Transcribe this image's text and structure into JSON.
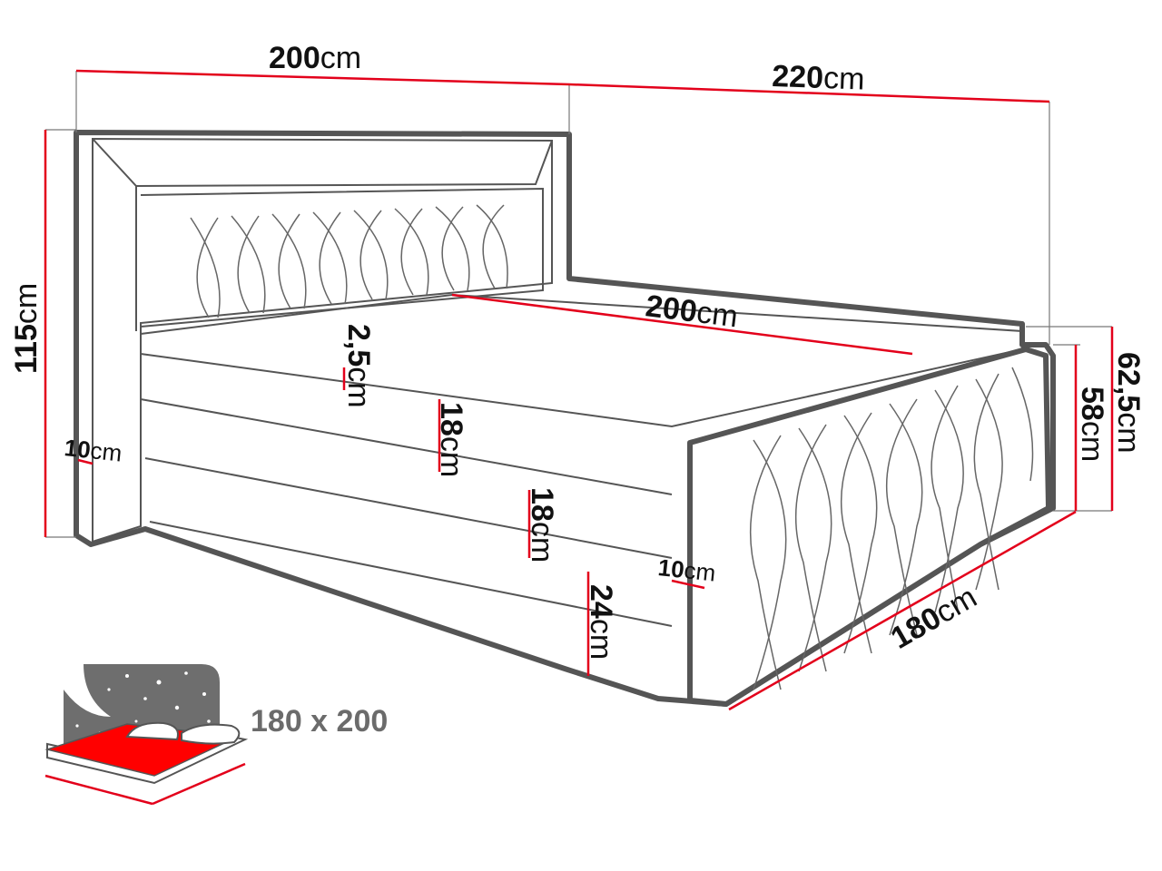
{
  "colors": {
    "outline": "#555555",
    "dimension_line": "#e3001b",
    "caption": "#6b6b6b",
    "icon_dark": "#6e6e6e",
    "icon_red": "#ff0000"
  },
  "dimensions": {
    "headboard_width": {
      "value": "200",
      "unit": "cm"
    },
    "total_length": {
      "value": "220",
      "unit": "cm"
    },
    "mattress_length": {
      "value": "200",
      "unit": "cm"
    },
    "total_height": {
      "value": "115",
      "unit": "cm"
    },
    "topper": {
      "value": "2,5",
      "unit": "cm"
    },
    "mattress_upper": {
      "value": "18",
      "unit": "cm"
    },
    "mattress_lower": {
      "value": "18",
      "unit": "cm"
    },
    "base": {
      "value": "24",
      "unit": "cm"
    },
    "headboard_thickness": {
      "value": "10",
      "unit": "cm"
    },
    "footboard_thickness": {
      "value": "10",
      "unit": "cm"
    },
    "width": {
      "value": "180",
      "unit": "cm"
    },
    "footboard_height": {
      "value": "58",
      "unit": "cm"
    },
    "footboard_overall": {
      "value": "62,5",
      "unit": "cm"
    }
  },
  "sleeping_area": {
    "label": "180 x 200",
    "icon": "bed-night-icon"
  }
}
